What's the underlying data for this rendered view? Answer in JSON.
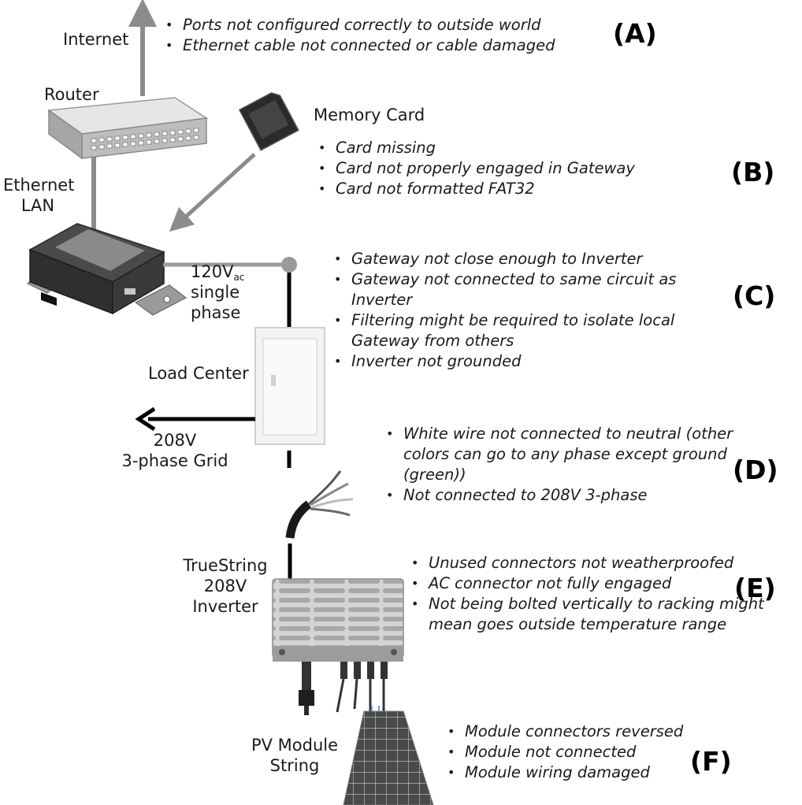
{
  "components": {
    "internet": "Internet",
    "router": "Router",
    "ethernet": [
      "Ethernet",
      "LAN"
    ],
    "memory_card": "Memory Card",
    "power": {
      "voltage": "120V",
      "subscript": "ac",
      "line2": "single",
      "line3": "phase"
    },
    "load_center": "Load Center",
    "grid": [
      "208V",
      "3-phase Grid"
    ],
    "inverter": [
      "TrueString",
      "208V",
      "Inverter"
    ],
    "pv": [
      "PV Module",
      "String"
    ]
  },
  "sections": [
    {
      "tag": "(A)",
      "issues": [
        "Ports not configured correctly to outside world",
        "Ethernet cable not connected or cable damaged"
      ]
    },
    {
      "tag": "(B)",
      "issues": [
        "Card missing",
        "Card not properly engaged in Gateway",
        "Card not formatted FAT32"
      ]
    },
    {
      "tag": "(C)",
      "issues": [
        "Gateway not close enough to Inverter",
        "Gateway not connected to same circuit as Inverter",
        "Filtering might be required to isolate local Gateway from others",
        "Inverter not grounded"
      ]
    },
    {
      "tag": "(D)",
      "issues": [
        "White wire not connected to neutral (other colors can go to any phase except ground (green))",
        "Not connected to 208V 3-phase"
      ]
    },
    {
      "tag": "(E)",
      "issues": [
        "Unused connectors not weatherproofed",
        "AC connector not fully engaged",
        "Not being bolted vertically to racking might mean goes outside temperature range"
      ]
    },
    {
      "tag": "(F)",
      "issues": [
        "Module connectors reversed",
        "Module not connected",
        "Module wiring damaged"
      ]
    }
  ]
}
